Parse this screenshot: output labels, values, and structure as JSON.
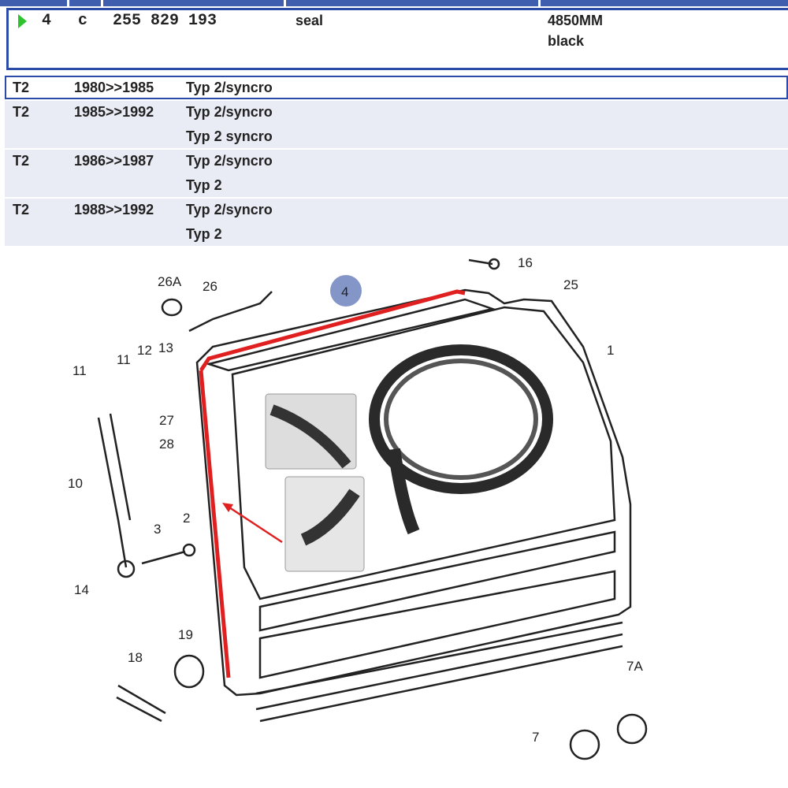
{
  "part_row": {
    "position": "4",
    "variant": "c",
    "part_number": "255 829 193",
    "description": "seal",
    "remark_lines": [
      "4850MM",
      "black"
    ]
  },
  "applicability": [
    {
      "model": "T2",
      "years": "1980>>1985",
      "types": [
        "Typ 2/syncro"
      ],
      "selected": true
    },
    {
      "model": "T2",
      "years": "1985>>1992",
      "types": [
        "Typ 2/syncro",
        "Typ 2 syncro"
      ]
    },
    {
      "model": "T2",
      "years": "1986>>1987",
      "types": [
        "Typ 2/syncro",
        "Typ 2"
      ]
    },
    {
      "model": "T2",
      "years": "1988>>1992",
      "types": [
        "Typ 2/syncro",
        "Typ 2"
      ]
    }
  ],
  "diagram": {
    "highlight": "4",
    "callouts": [
      "26A",
      "26",
      "16",
      "25",
      "1",
      "11",
      "11",
      "12",
      "13",
      "27",
      "28",
      "10",
      "3",
      "2",
      "14",
      "19",
      "18",
      "7A",
      "7"
    ],
    "seal_color": "#e02020",
    "highlight_color": "#8496c8"
  }
}
